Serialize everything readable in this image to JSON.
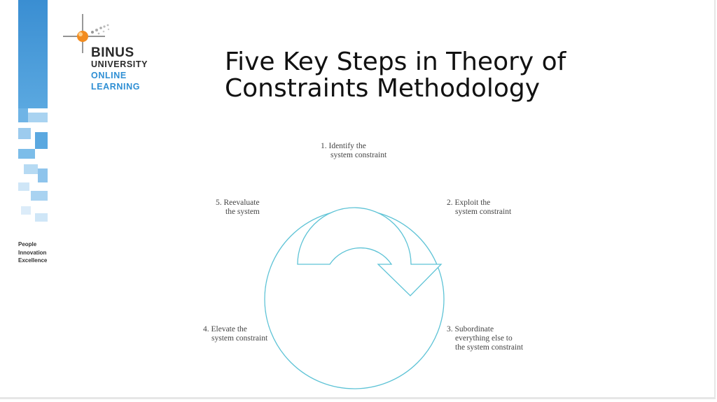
{
  "logo": {
    "brand": "BINUS",
    "line2": "UNIVERSITY",
    "line3": "ONLINE",
    "line4": "LEARNING"
  },
  "tagline": [
    "People",
    "Innovation",
    "Excellence"
  ],
  "slide": {
    "title_line1": "Five Key Steps in Theory of",
    "title_line2": "Constraints Methodology"
  },
  "diagram": {
    "steps": [
      {
        "lines": [
          "1. Identify the",
          "system constraint"
        ]
      },
      {
        "lines": [
          "2. Exploit the",
          "system constraint"
        ]
      },
      {
        "lines": [
          "3. Subordinate",
          "everything else to",
          "the system constraint"
        ]
      },
      {
        "lines": [
          "4. Elevate the",
          "system constraint"
        ]
      },
      {
        "lines": [
          "5. Reevaluate",
          "the system"
        ]
      }
    ]
  },
  "colors": {
    "accent_blue": "#2f8fd4",
    "diagram_line": "#5ec3d6",
    "logo_orange": "#f28c1f"
  }
}
